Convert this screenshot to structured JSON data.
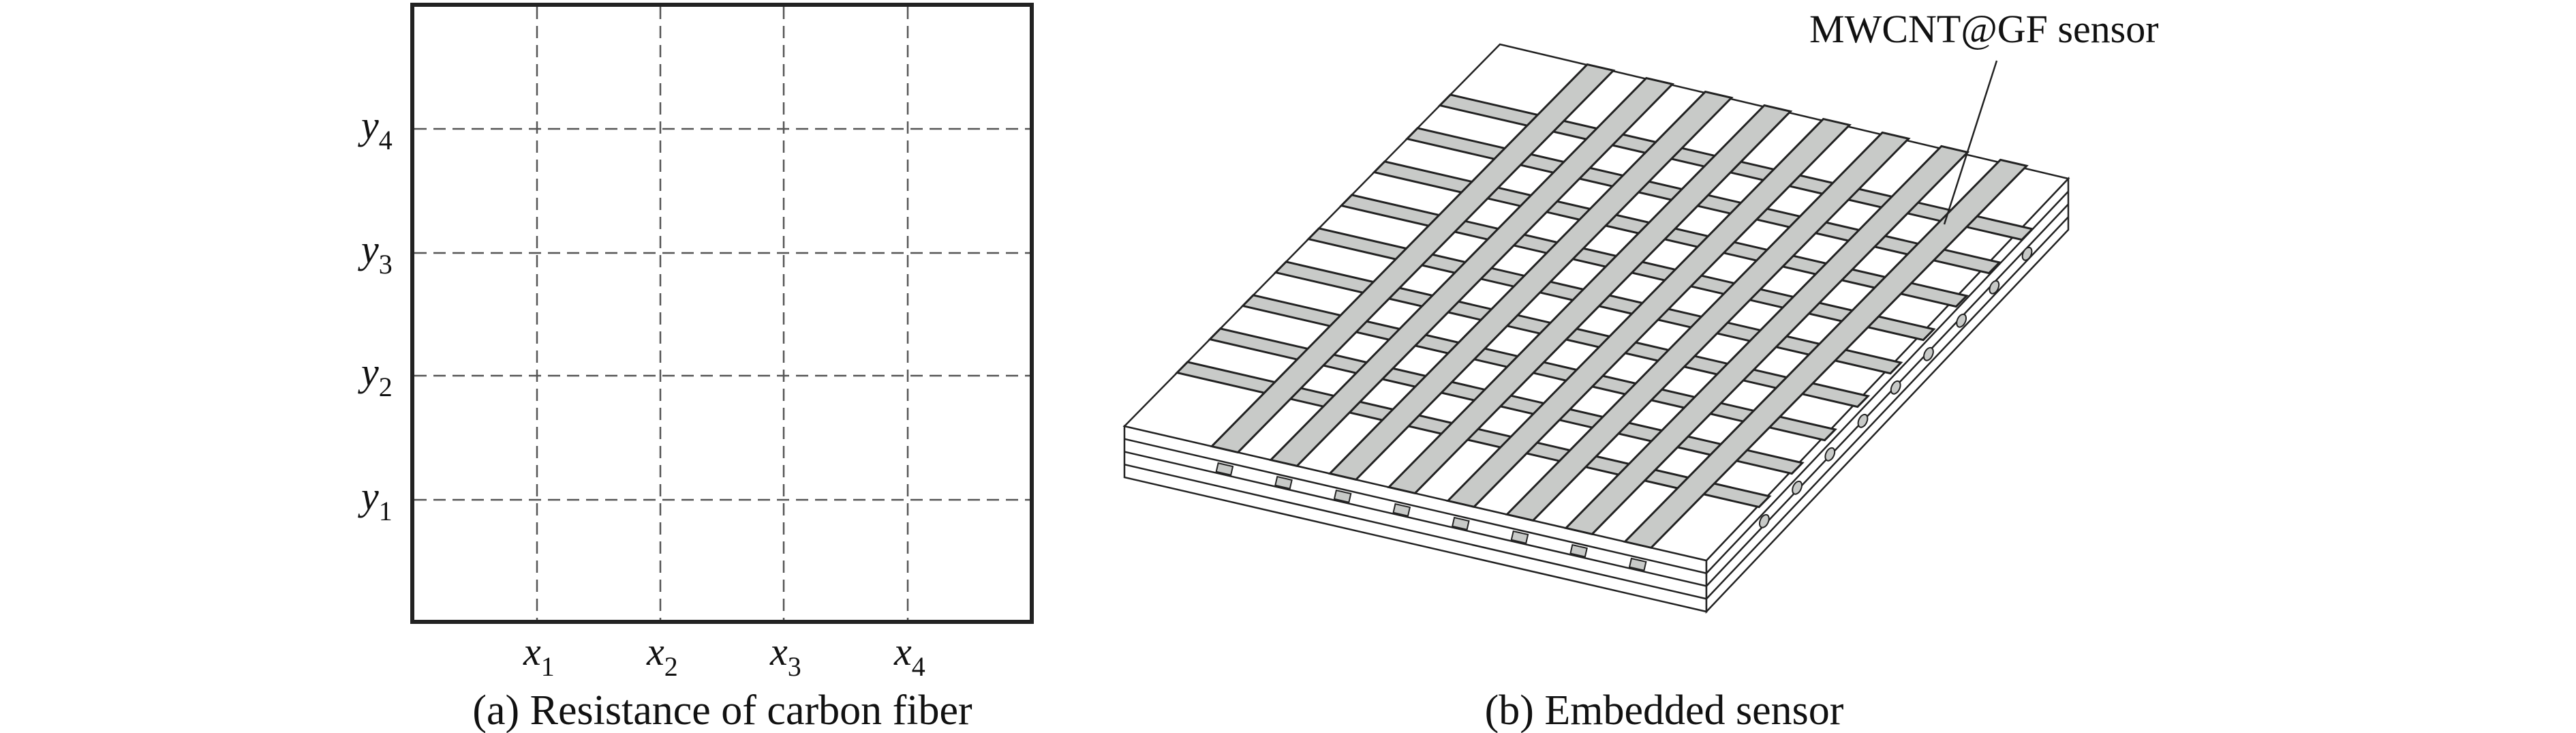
{
  "panel_a": {
    "caption": "(a) Resistance of carbon fiber",
    "x_labels": [
      {
        "v": "x",
        "s": "1"
      },
      {
        "v": "x",
        "s": "2"
      },
      {
        "v": "x",
        "s": "3"
      },
      {
        "v": "x",
        "s": "4"
      }
    ],
    "y_labels": [
      {
        "v": "y",
        "s": "4"
      },
      {
        "v": "y",
        "s": "3"
      },
      {
        "v": "y",
        "s": "2"
      },
      {
        "v": "y",
        "s": "1"
      }
    ]
  },
  "panel_b": {
    "caption": "(b) Embedded sensor",
    "annotation": "MWCNT@GF sensor",
    "diagonal_strip_count": 8,
    "cross_strip_count": 9,
    "layer_count": 4,
    "strip_color": "#c8cac8"
  }
}
